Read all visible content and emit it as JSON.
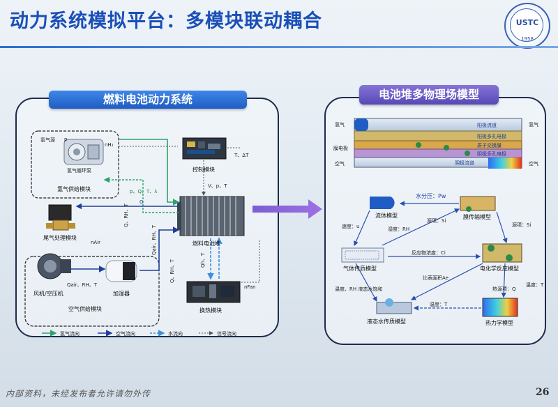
{
  "title": "动力系统模拟平台：多模块联动耦合",
  "logo": {
    "text": "USTC",
    "year": "1958"
  },
  "footer": {
    "note": "内部资料，未经发布者允许请勿外传",
    "page": "26"
  },
  "left": {
    "header": "燃料电池动力系统",
    "labels": {
      "h2_source": "氢气源",
      "p": "p",
      "nh2": "nH₂",
      "recirc_pump": "氢气循环泵",
      "h2_supply": "氢气供给模块",
      "control": "控制模块",
      "t_dt": "T、ΔT",
      "exhaust": "尾气处理模块",
      "stack": "燃料电池堆",
      "v_p_t": "V、p、T",
      "signal_a": "p、Q、T、λ",
      "signal_b": "Q",
      "nair": "nAir",
      "q_rh_t_1": "Q、RH、T",
      "q_rh_t_2": "Qair、RH、T",
      "q_rh_t_3": "Q、RH、T",
      "qh_t": "Qh、T",
      "fan": "风机/空压机",
      "humid": "加湿器",
      "qair_rh_t": "Qair、RH、T",
      "air_supply": "空气供给模块",
      "nfan": "nFan",
      "heat": "换热模块"
    },
    "legend": [
      "氢气流向",
      "空气流向",
      "水流向",
      "信号流向"
    ]
  },
  "right": {
    "header": "电池堆多物理场模型",
    "channel": {
      "in_h2": "氢气",
      "out_h2": "氢气",
      "mem": "膜电极",
      "in_air": "空气",
      "out_air": "空气",
      "layers": [
        "阳极流道",
        "阳极多孔电极",
        "质子交换膜",
        "阴极多孔电极",
        "阴极流道"
      ]
    },
    "nodes": {
      "fluid": "流体模型",
      "membrane": "膜传输模型",
      "gas": "气体传质模型",
      "echem": "电化学反应模型",
      "water": "液态水传质模型",
      "thermal": "热力学模型"
    },
    "edges": {
      "water_pressure": "水分压：Pw",
      "velocity": "速度：u",
      "humidity": "湿度：RH",
      "source": "源项：Si",
      "source2": "源项：Si",
      "conc": "反应物浓度：Ci",
      "area": "比表面积Ae",
      "temp_rh": "温度、RH 液态水饱和",
      "temp": "温度：T",
      "temp2": "温度：T",
      "heat_src": "热源项：Q"
    }
  }
}
